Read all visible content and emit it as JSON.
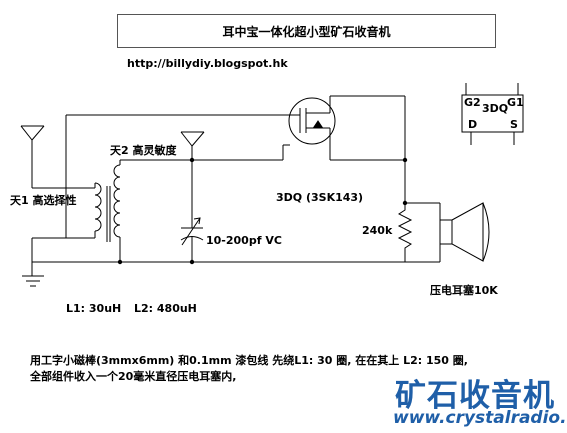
{
  "title": "耳中宝一体化超小型矿石收音机",
  "url": "http://billydiy.blogspot.hk",
  "labels": {
    "antenna1": "天1 高选择性",
    "antenna2": "天2 高灵敏度",
    "transistor": "3DQ (3SK143)",
    "resistor": "240k",
    "capacitor": "10-200pf VC",
    "speaker": "压电耳塞10K",
    "l1": "L1: 30uH",
    "l2": "L2: 480uH"
  },
  "pinout": {
    "name": "3DQ",
    "g2": "G2",
    "g1": "G1",
    "d": "D",
    "s": "S"
  },
  "notes": [
    "用工字小磁棒(3mmx6mm) 和0.1mm 漆包线 先绕L1: 30 圈, 在在其上 L2: 150 圈,",
    "全部组件收入一个20毫米直径压电耳塞内,"
  ],
  "brand": {
    "name": "矿石收音机",
    "url": "www.crystalradio.cn",
    "color": "#1f5fa8"
  }
}
